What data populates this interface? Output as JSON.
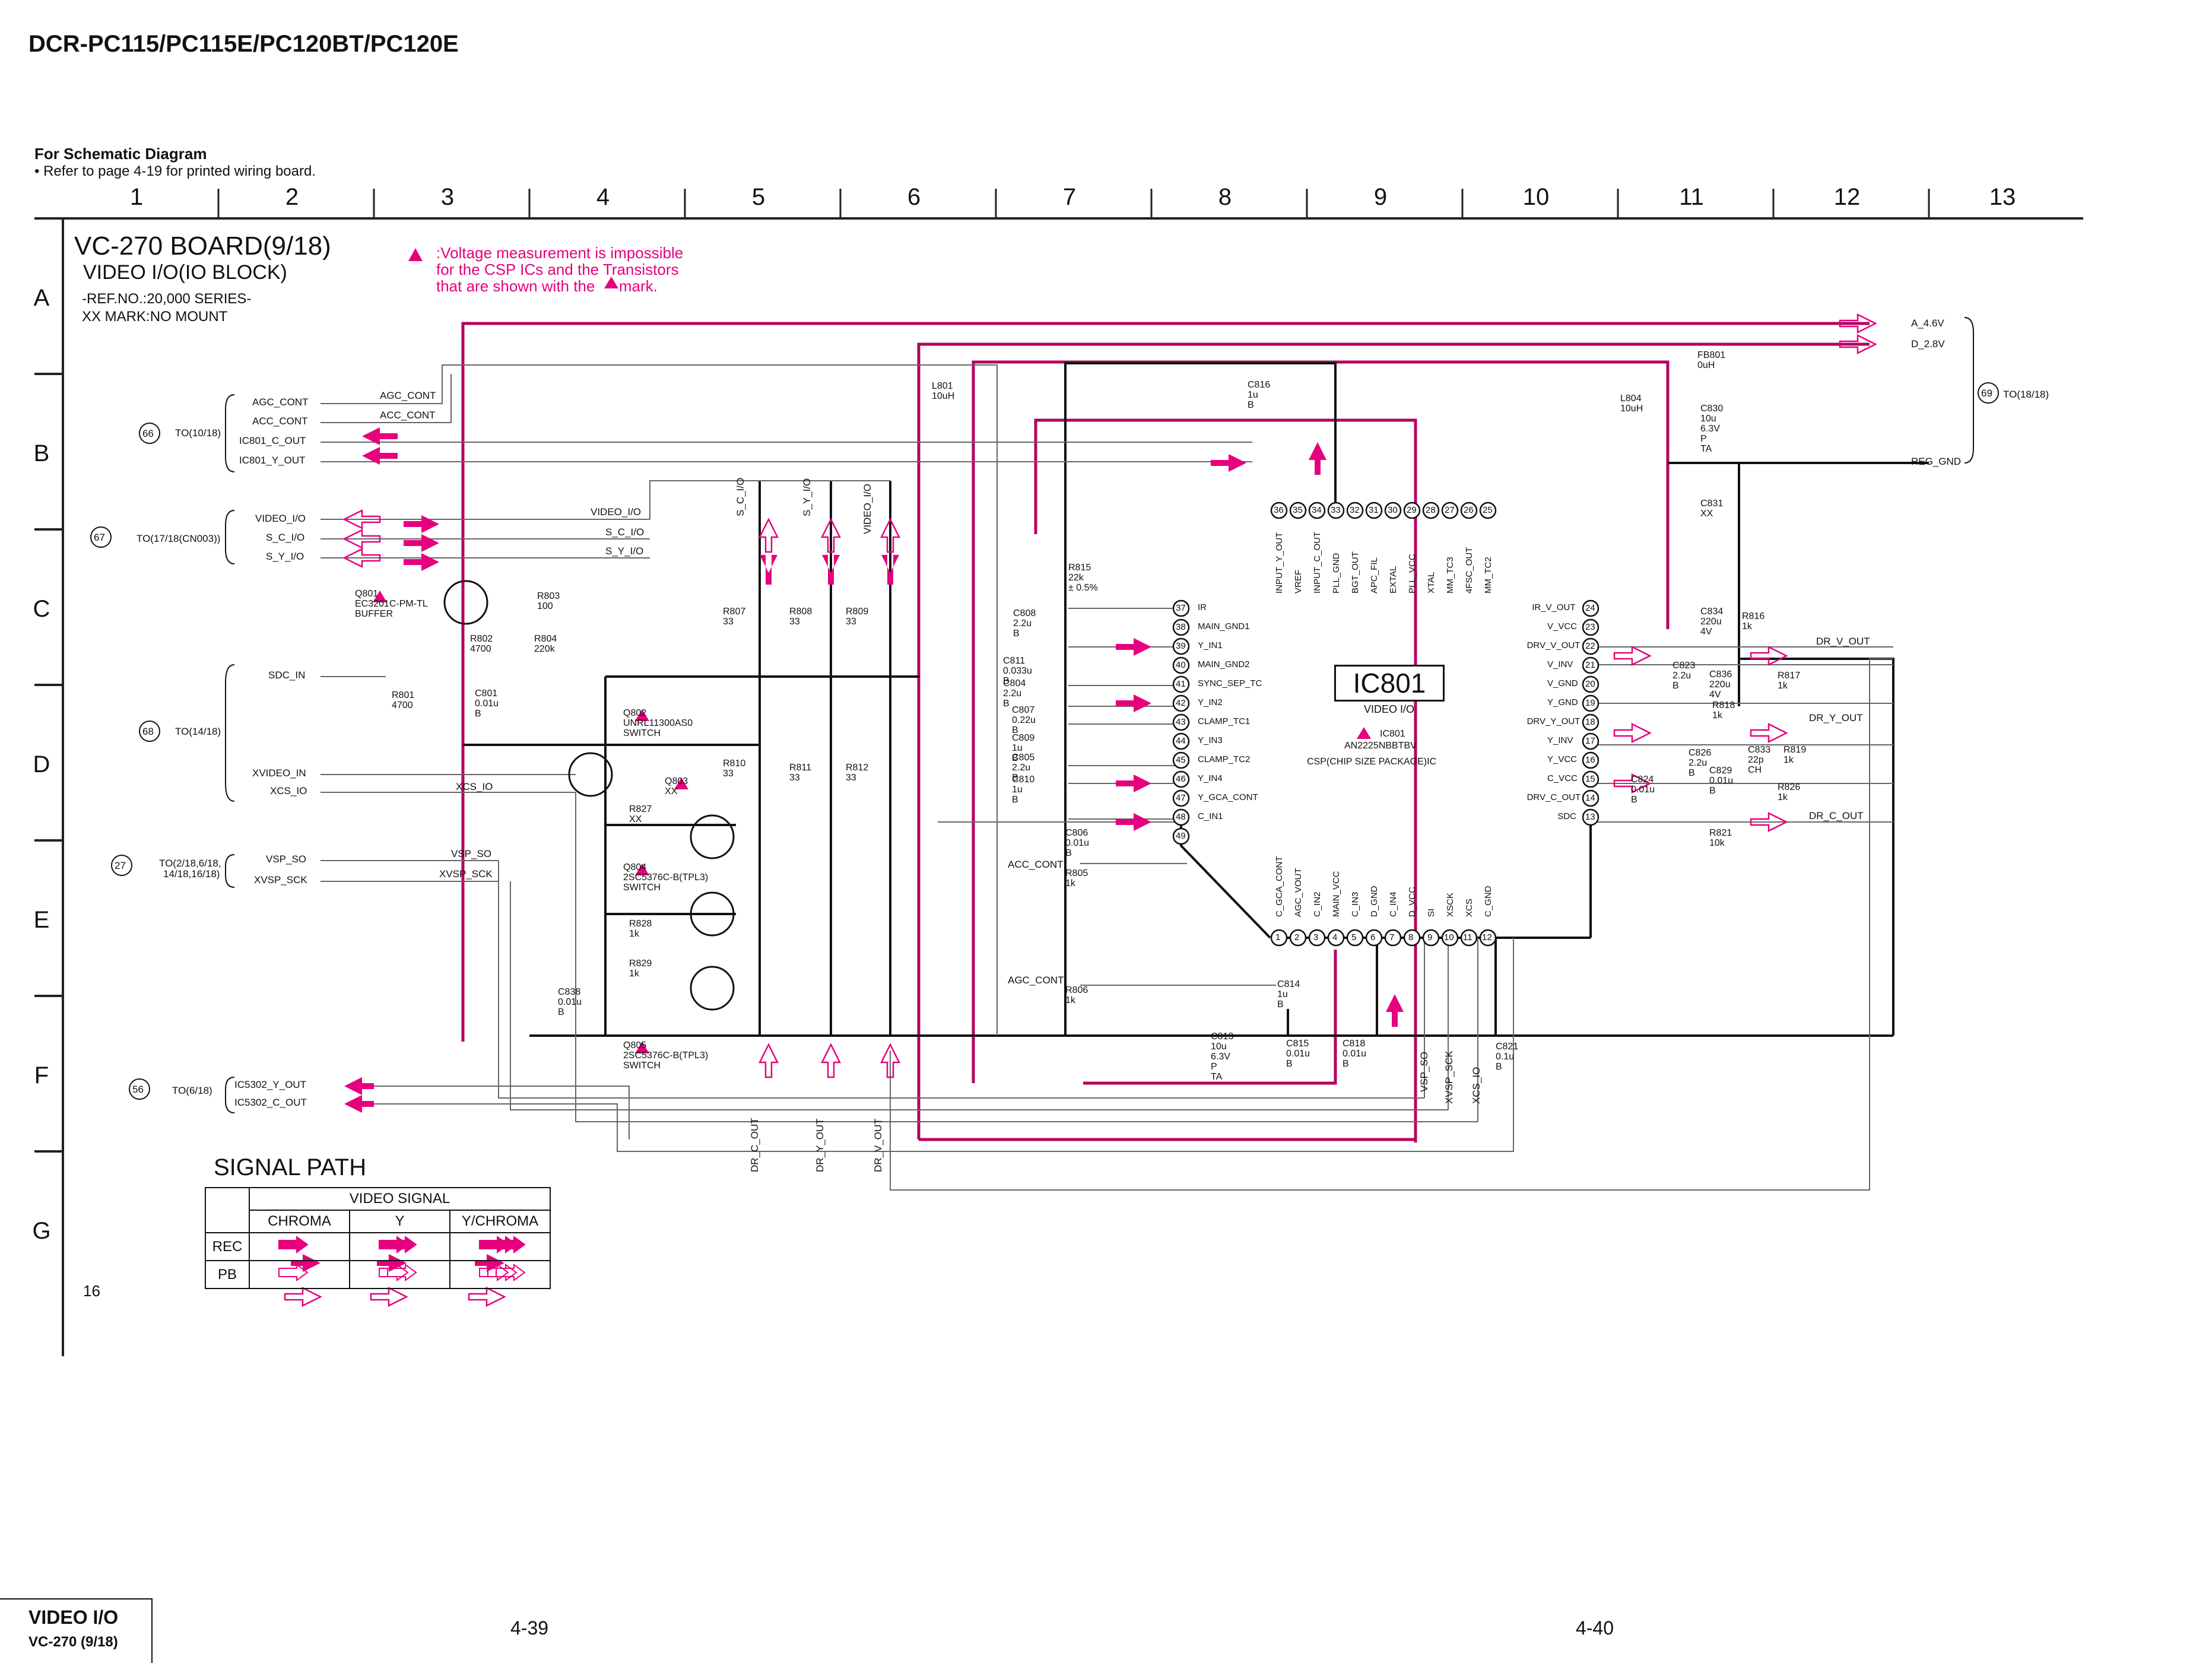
{
  "header": {
    "model": "DCR-PC115/PC115E/PC120BT/PC120E",
    "for_schematic": "For Schematic Diagram",
    "refer_note": "• Refer to page 4-19 for printed wiring board."
  },
  "grid": {
    "columns": [
      "1",
      "2",
      "3",
      "4",
      "5",
      "6",
      "7",
      "8",
      "9",
      "10",
      "11",
      "12",
      "13"
    ],
    "rows": [
      "A",
      "B",
      "C",
      "D",
      "E",
      "F",
      "G"
    ]
  },
  "board": {
    "title": "VC-270 BOARD(9/18)",
    "subtitle": "VIDEO I/O(IO BLOCK)",
    "ref_no": "-REF.NO.:20,000 SERIES-",
    "xx_mark": "XX MARK:NO MOUNT"
  },
  "warning": {
    "line1": ":Voltage measurement is impossible",
    "line2": "for the CSP ICs and the Transistors",
    "line3": "that are shown with the",
    "line3_end": "mark."
  },
  "connectors": {
    "c66": {
      "num": "66",
      "to": "TO(10/18)",
      "signals": [
        "AGC_CONT",
        "ACC_CONT",
        "IC801_C_OUT",
        "IC801_Y_OUT"
      ]
    },
    "c67": {
      "num": "67",
      "to": "TO(17/18(CN003))",
      "signals": [
        "VIDEO_I/O",
        "S_C_I/O",
        "S_Y_I/O"
      ]
    },
    "c68": {
      "num": "68",
      "to": "TO(14/18)",
      "signals": [
        "SDC_IN",
        "XVIDEO_IN",
        "XCS_IO"
      ]
    },
    "c27": {
      "num": "27",
      "to": "TO(2/18,6/18,",
      "to2": "14/18,16/18)",
      "signals": [
        "VSP_SO",
        "XVSP_SCK"
      ]
    },
    "c56": {
      "num": "56",
      "to": "TO(6/18)",
      "signals": [
        "IC5302_Y_OUT",
        "IC5302_C_OUT"
      ]
    },
    "c69": {
      "num": "69",
      "to": "TO(18/18)",
      "signals": [
        "A_4.6V",
        "D_2.8V",
        "REG_GND"
      ]
    }
  },
  "net_labels": {
    "agc_cont": "AGC_CONT",
    "acc_cont": "ACC_CONT",
    "video_io": "VIDEO_I/O",
    "s_c_io": "S_C_I/O",
    "s_y_io": "S_Y_I/O",
    "xcs_io": "XCS_IO",
    "vsp_so": "VSP_SO",
    "xvsp_sck": "XVSP_SCK",
    "dr_v_out": "DR_V_OUT",
    "dr_y_out": "DR_Y_OUT",
    "dr_c_out": "DR_C_OUT",
    "acc_cont2": "ACC_CONT",
    "agc_cont2": "AGC_CONT",
    "v_s_c_io": "S_C_I/O",
    "v_s_y_io": "S_Y_I/O",
    "v_video_io": "VIDEO_I/O",
    "v_dr_c_out": "DR_C_OUT",
    "v_dr_y_out": "DR_Y_OUT",
    "v_dr_v_out": "DR_V_OUT",
    "v_vsp_so": "VSP_SO",
    "v_xvsp_sck": "XVSP_SCK",
    "v_xcs_io": "XCS_IO"
  },
  "ic": {
    "name": "IC801",
    "function": "VIDEO I/O",
    "part": "IC801",
    "part_no": "AN2225NBBTBV",
    "package": "CSP(CHIP SIZE PACKAGE)IC",
    "top_pins": [
      "36",
      "35",
      "34",
      "33",
      "32",
      "31",
      "30",
      "29",
      "28",
      "27",
      "26",
      "25"
    ],
    "top_names": [
      "INPUT_Y_OUT",
      "VREF",
      "INPUT_C_OUT",
      "PLL_GND",
      "BGT_OUT",
      "APC_FIL",
      "EXTAL",
      "PLL_VCC",
      "XTAL",
      "MM_TC3",
      "4FSC_OUT",
      "MM_TC2"
    ],
    "left_pins": [
      "37",
      "38",
      "39",
      "40",
      "41",
      "42",
      "43",
      "44",
      "45",
      "46",
      "47",
      "48",
      "49"
    ],
    "left_names": [
      "IR",
      "MAIN_GND1",
      "Y_IN1",
      "MAIN_GND2",
      "SYNC_SEP_TC",
      "Y_IN2",
      "CLAMP_TC1",
      "Y_IN3",
      "CLAMP_TC2",
      "Y_IN4",
      "Y_GCA_CONT",
      "C_IN1",
      ""
    ],
    "right_pins": [
      "24",
      "23",
      "22",
      "21",
      "20",
      "19",
      "18",
      "17",
      "16",
      "15",
      "14",
      "13"
    ],
    "right_names": [
      "IR_V_OUT",
      "V_VCC",
      "DRV_V_OUT",
      "V_INV",
      "V_GND",
      "Y_GND",
      "DRV_Y_OUT",
      "Y_INV",
      "Y_VCC",
      "C_VCC",
      "DRV_C_OUT",
      "SDC"
    ],
    "bottom_pins": [
      "1",
      "2",
      "3",
      "4",
      "5",
      "6",
      "7",
      "8",
      "9",
      "10",
      "11",
      "12"
    ],
    "bottom_names": [
      "C_GCA_CONT",
      "AGC_VOUT",
      "C_IN2",
      "MAIN_VCC",
      "C_IN3",
      "D_GND",
      "C_IN4",
      "D_VCC",
      "SI",
      "XSCK",
      "XCS",
      "C_GND"
    ]
  },
  "components": {
    "q801": [
      "Q801",
      "EC3201C-PM-TL",
      "BUFFER"
    ],
    "q802": [
      "Q802",
      "UNRL11300AS0",
      "SWITCH"
    ],
    "q803": [
      "Q803",
      "XX"
    ],
    "q804": [
      "Q804",
      "2SC5376C-B(TPL3)",
      "SWITCH"
    ],
    "q805": [
      "Q805",
      "2SC5376C-B(TPL3)",
      "SWITCH"
    ],
    "r803": [
      "R803",
      "100"
    ],
    "r802": [
      "R802",
      "4700"
    ],
    "r804": [
      "R804",
      "220k"
    ],
    "r801": [
      "R801",
      "4700"
    ],
    "c801": [
      "C801",
      "0.01u",
      "B"
    ],
    "r807": [
      "R807",
      "33"
    ],
    "r808": [
      "R808",
      "33"
    ],
    "r809": [
      "R809",
      "33"
    ],
    "r810": [
      "R810",
      "33"
    ],
    "r811": [
      "R811",
      "33"
    ],
    "r812": [
      "R812",
      "33"
    ],
    "r827": [
      "R827",
      "XX"
    ],
    "r828": [
      "R828",
      "1k"
    ],
    "r829": [
      "R829",
      "1k"
    ],
    "c838": [
      "C838",
      "0.01u",
      "B"
    ],
    "l801": [
      "L801",
      "10uH"
    ],
    "c816": [
      "C816",
      "1u",
      "B"
    ],
    "r815": [
      "R815",
      "22k",
      "± 0.5%"
    ],
    "c808": [
      "C808",
      "2.2u",
      "B"
    ],
    "c811": [
      "C811",
      "0.033u",
      "B"
    ],
    "c804": [
      "C804",
      "2.2u",
      "B"
    ],
    "c807": [
      "C807",
      "0.22u",
      "B"
    ],
    "c809": [
      "C809",
      "1u",
      "B"
    ],
    "c805": [
      "C805",
      "2.2u",
      "B"
    ],
    "c810": [
      "C810",
      "1u",
      "B"
    ],
    "c806": [
      "C806",
      "0.01u",
      "B"
    ],
    "r805": [
      "R805",
      "1k"
    ],
    "r806": [
      "R806",
      "1k"
    ],
    "c814": [
      "C814",
      "1u",
      "B"
    ],
    "c813": [
      "C813",
      "10u",
      "6.3V",
      "P",
      "TA"
    ],
    "c815": [
      "C815",
      "0.01u",
      "B"
    ],
    "c818": [
      "C818",
      "0.01u",
      "B"
    ],
    "c821": [
      "C821",
      "0.1u",
      "B"
    ],
    "fb801": [
      "FB801",
      "0uH"
    ],
    "l804": [
      "L804",
      "10uH"
    ],
    "c830": [
      "C830",
      "10u",
      "6.3V",
      "P",
      "TA"
    ],
    "c831": [
      "C831",
      "XX"
    ],
    "c834": [
      "C834",
      "220u",
      "4V"
    ],
    "r816": [
      "R816",
      "1k"
    ],
    "c823": [
      "C823",
      "2.2u",
      "B"
    ],
    "c836": [
      "C836",
      "220u",
      "4V"
    ],
    "r817": [
      "R817",
      "1k"
    ],
    "r818": [
      "R818",
      "1k"
    ],
    "c826": [
      "C826",
      "2.2u",
      "B"
    ],
    "c829": [
      "C829",
      "0.01u",
      "B"
    ],
    "c833": [
      "C833",
      "22p",
      "CH"
    ],
    "r819": [
      "R819",
      "1k"
    ],
    "c824": [
      "C824",
      "0.01u",
      "B"
    ],
    "r826": [
      "R826",
      "1k"
    ],
    "r821": [
      "R821",
      "10k"
    ]
  },
  "signal_path": {
    "title": "SIGNAL PATH",
    "group": "VIDEO SIGNAL",
    "cols": [
      "CHROMA",
      "Y",
      "Y/CHROMA"
    ],
    "rows": [
      "REC",
      "PB"
    ]
  },
  "page": {
    "number": "16",
    "footer_title": "VIDEO I/O",
    "footer_sub": "VC-270 (9/18)",
    "left_page": "4-39",
    "right_page": "4-40"
  },
  "colors": {
    "accent": "#e6007e",
    "line": "#111111",
    "grid": "#222222"
  }
}
